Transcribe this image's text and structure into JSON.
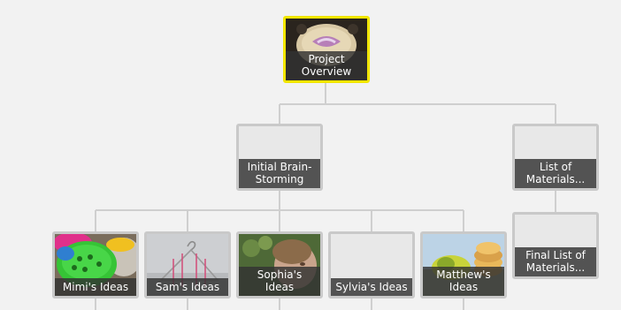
{
  "nodes": {
    "project_overview": {
      "label": "Project\nOverview",
      "selected": true,
      "thumb_icon": "cookie-photo"
    },
    "initial_brainstorming": {
      "label": "Initial Brain-\nStorming",
      "thumb_icon": "blank"
    },
    "list_of_materials": {
      "label": "List of\nMaterials...",
      "thumb_icon": "blank"
    },
    "final_list_of_materials": {
      "label": "Final List of\nMaterials...",
      "thumb_icon": "blank"
    },
    "mimis_ideas": {
      "label": "Mimi's Ideas",
      "thumb_icon": "colorful-lids-photo"
    },
    "sams_ideas": {
      "label": "Sam's Ideas",
      "thumb_icon": "wire-hanger-photo"
    },
    "sophias_ideas": {
      "label": "Sophia's\nIdeas",
      "thumb_icon": "child-photo"
    },
    "sylvias_ideas": {
      "label": "Sylvia's Ideas",
      "thumb_icon": "blank"
    },
    "matthews_ideas": {
      "label": "Matthew's\nIdeas",
      "thumb_icon": "sponge-stack-photo"
    }
  },
  "colors": {
    "background": "#f2f2f2",
    "node_border": "#c9c9c9",
    "selected_border": "#f2e600",
    "caption_bg": "#323232",
    "connector": "#cfcfcf"
  }
}
